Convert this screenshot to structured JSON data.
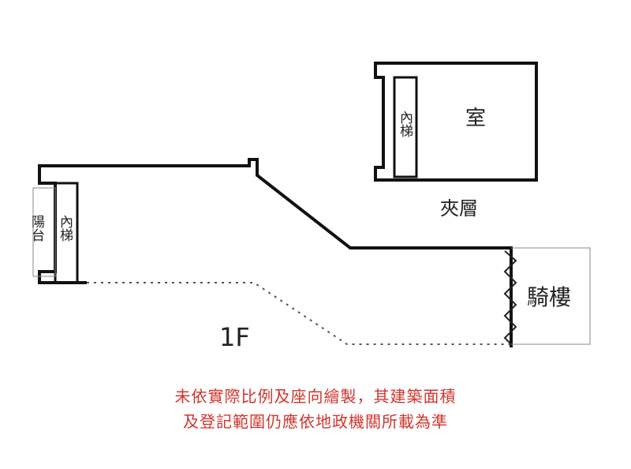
{
  "plan": {
    "mezzanine_room_label": "室",
    "mezzanine_stair_label": "內梯",
    "mezzanine_label": "夾層",
    "balcony_label": "陽台",
    "ground_stair_label": "內梯",
    "arcade_label": "騎樓",
    "floor_label": "1F"
  },
  "disclaimer": {
    "line1": "未依實際比例及座向繪製，其建築面積",
    "line2": "及登記範圍仍應依地政機關所載為準"
  },
  "colors": {
    "wall": "#111111",
    "thin_line": "#888888",
    "disclaimer": "#d0352d"
  }
}
